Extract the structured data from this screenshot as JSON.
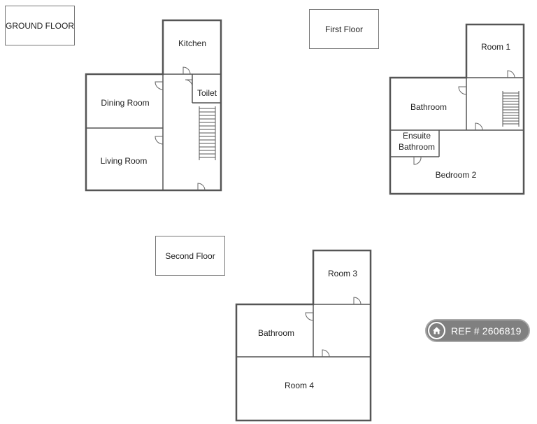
{
  "floors": {
    "ground": {
      "title": "GROUND FLOOR",
      "rooms": {
        "kitchen": "Kitchen",
        "toilet": "Toilet",
        "dining": "Dining Room",
        "living": "Living Room"
      }
    },
    "first": {
      "title": "First Floor",
      "rooms": {
        "room1": "Room 1",
        "bathroom": "Bathroom",
        "ensuite_line1": "Ensuite",
        "ensuite_line2": "Bathroom",
        "bedroom2": "Bedroom 2"
      }
    },
    "second": {
      "title": "Second Floor",
      "rooms": {
        "room3": "Room 3",
        "bathroom": "Bathroom",
        "room4": "Room 4"
      }
    }
  },
  "badge": {
    "text": "REF # 2606819",
    "icon": "home-icon"
  }
}
